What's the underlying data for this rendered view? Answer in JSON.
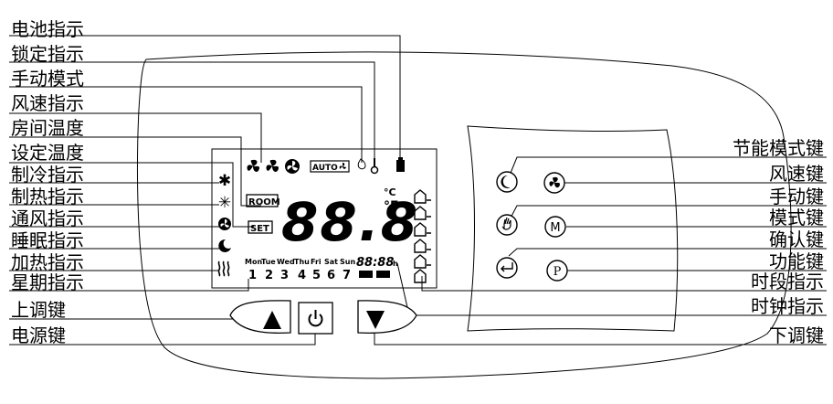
{
  "left_labels": [
    "电池指示",
    "锁定指示",
    "手动模式",
    "风速指示",
    "房间温度",
    "设定温度",
    "制冷指示",
    "制热指示",
    "通风指示",
    "睡眠指示",
    "加热指示",
    "星期指示",
    "上调键",
    "电源键"
  ],
  "right_labels": [
    "节能模式键",
    "风速键",
    "手动键",
    "模式键",
    "确认键",
    "功能键",
    "时段指示",
    "时钟指示",
    "下调键"
  ],
  "lcd": {
    "auto": "AUTO",
    "room": "ROOM",
    "set": "SET",
    "temperature": "88.8",
    "unit_c": "°C",
    "unit_f": "°F",
    "weekdays": [
      "Mon",
      "Tue",
      "Wed",
      "Thu",
      "Fri",
      "Sat",
      "Sun"
    ],
    "day_numbers": [
      "1",
      "2",
      "3",
      "4",
      "5",
      "6",
      "7"
    ],
    "clock": "88:88",
    "clock_suffix": "h"
  },
  "keys": {
    "mode": "M",
    "function": "P"
  },
  "icons": [
    "battery-icon",
    "lock-icon",
    "hand-icon",
    "fan-icon",
    "snowflake-icon",
    "sun-icon",
    "ventilation-icon",
    "moon-icon",
    "heat-icon",
    "house-icon",
    "up-arrow-icon",
    "power-icon",
    "down-arrow-icon",
    "enter-icon"
  ]
}
